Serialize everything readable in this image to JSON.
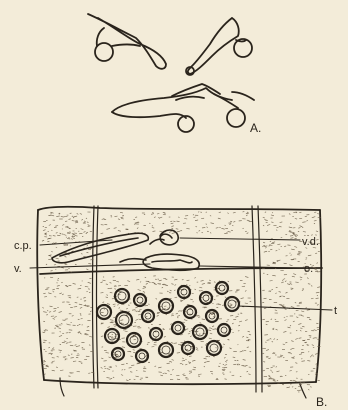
{
  "figure": {
    "panel_a_label": "A.",
    "panel_b_label": "B.",
    "labels": {
      "cp": "c.p.",
      "v": "v.",
      "vd": "v.d.",
      "o": "o.",
      "t": "t"
    }
  },
  "colors": {
    "paper": "#f3ecd9",
    "ink": "#2a241c"
  }
}
